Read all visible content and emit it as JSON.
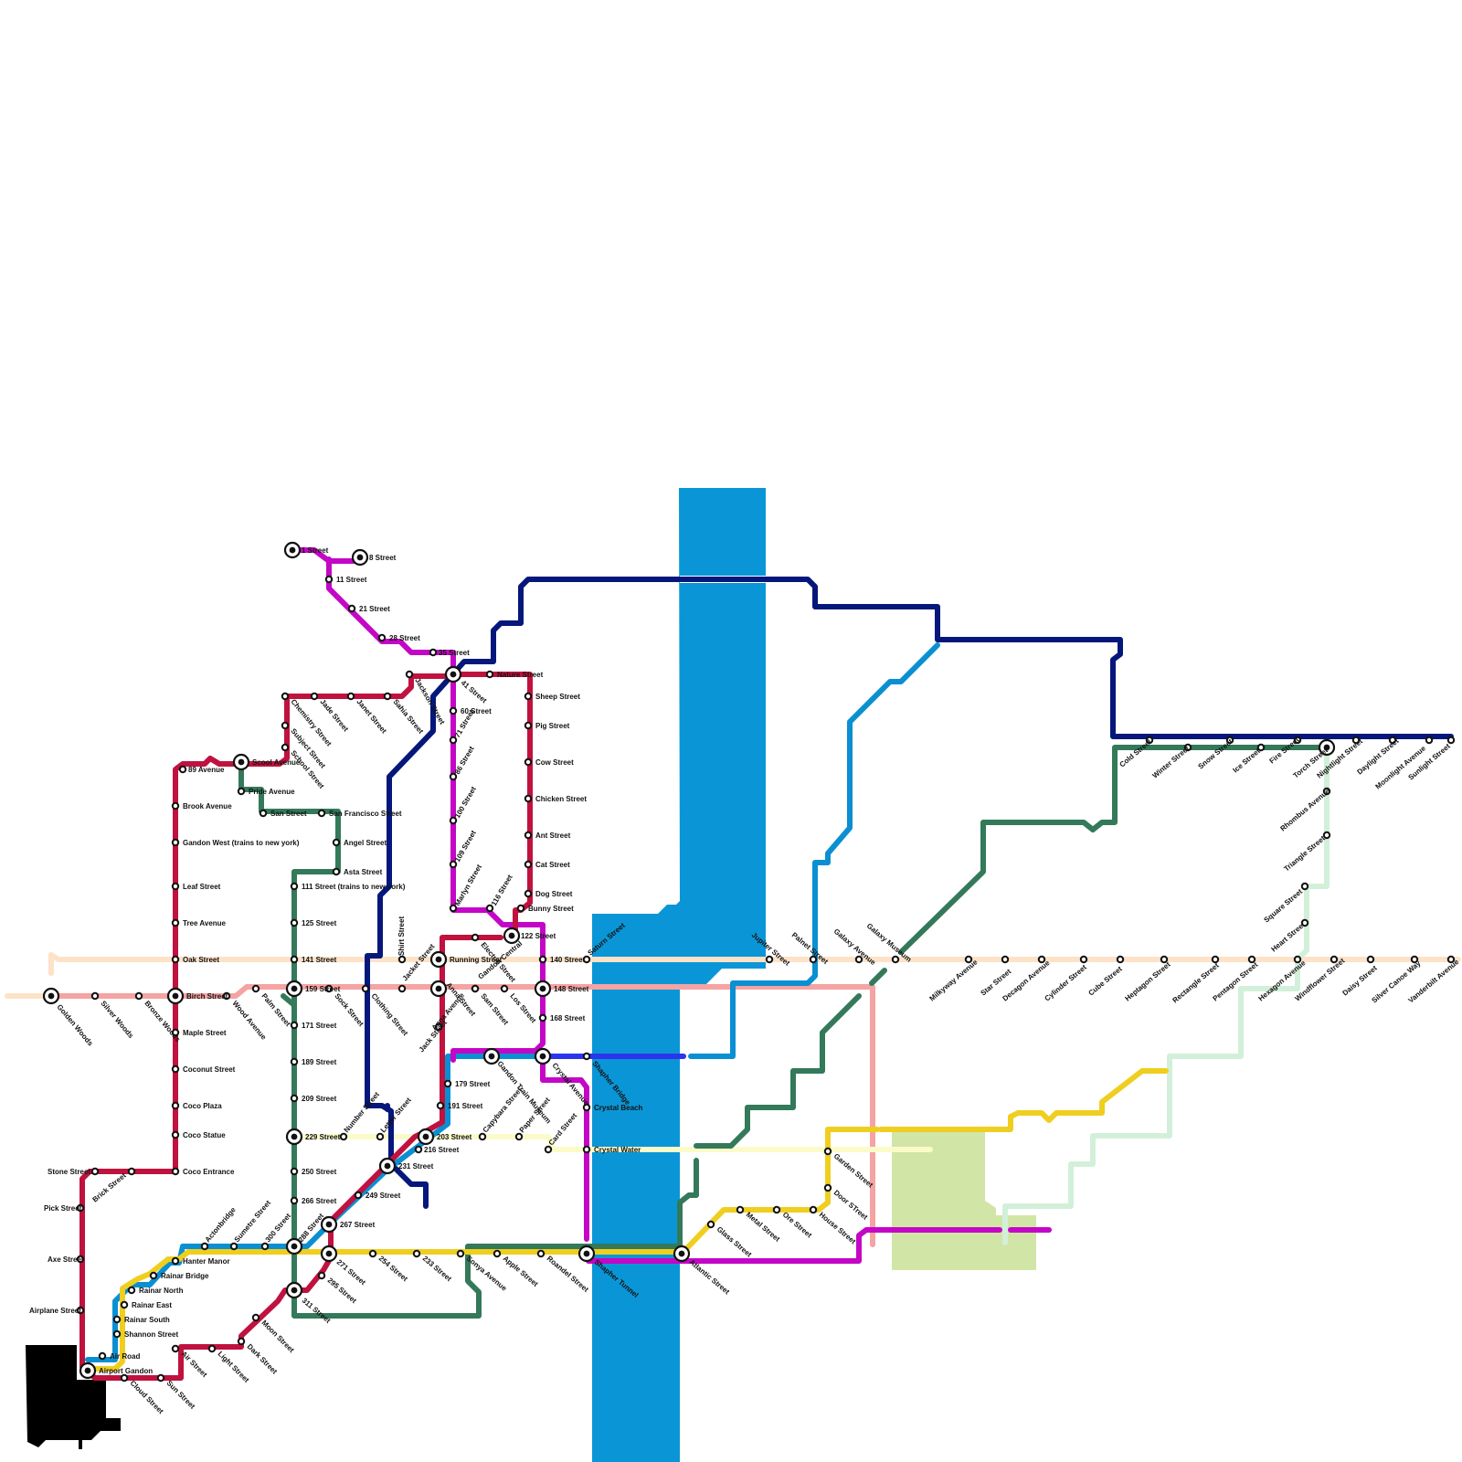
{
  "colors": {
    "water": "#0a96d6",
    "park": "#d1e6a6",
    "line_crimson": "#c0123e",
    "line_magenta": "#c406c6",
    "line_navy": "#05177a",
    "line_green": "#33795a",
    "line_skyblue": "#0a8fd2",
    "line_yellow": "#efce1f",
    "line_pink": "#f5a3a3",
    "line_peach": "#fde2c8",
    "line_cream": "#fbfbc9",
    "line_mint": "#d2f0d9",
    "line_blue": "#2b36ec",
    "airport": "#000000"
  },
  "stations": {
    "s1": "1 Street",
    "s8": "8 Street",
    "s11": "11 Street",
    "s21": "21 Street",
    "s28": "28 Street",
    "s35": "35 Street",
    "s41": "41 Street",
    "s60": "60 Street",
    "s71": "71 Street",
    "s86": "86 Street",
    "s100": "100 Street",
    "s109": "109 Street",
    "marlyn": "Marlyn Street",
    "s116": "116 Street",
    "s122": "122 Street",
    "nature": "Nature Street",
    "sheep": "Sheep Street",
    "pig": "Pig Street",
    "cow": "Cow Street",
    "chicken": "Chicken Street",
    "ant": "Ant Street",
    "cat": "Cat Street",
    "dog": "Dog Street",
    "bunny": "Bunny Street",
    "jackson": "Jackson Street",
    "chemistry": "Chemistry Street",
    "jade": "Jade Street",
    "janet": "Janet Street",
    "sahia": "Sahia Street",
    "subject": "Subject Street",
    "school": "School Street",
    "scool_ave": "Scool Avenue",
    "pride": "Pride Avenue",
    "san": "San Street",
    "sanfran": "San Francisco Street",
    "angel": "Angel Street",
    "asta": "Asta Street",
    "s89": "89 Avenue",
    "brook": "Brook Avenue",
    "gandon_west": "Gandon West (trains to new york)",
    "leaf": "Leaf Street",
    "tree": "Tree Avenue",
    "oak": "Oak Street",
    "birch": "Birch Street",
    "maple": "Maple Street",
    "coconut": "Coconut Street",
    "coco_plaza": "Coco Plaza",
    "coco_statue": "Coco Statue",
    "coco_entrance": "Coco Entrance",
    "s111": "111 Street (trains to new york)",
    "s125": "125 Street",
    "s141": "141 Street",
    "s159": "159 Street",
    "s171": "171 Street",
    "s189": "189 Street",
    "s209": "209 Street",
    "s229": "229 Street",
    "s250": "250 Street",
    "s266": "266 Street",
    "s288": "288 Street",
    "s300": "300 Street",
    "s311": "311 Street",
    "golden_woods": "Golden Woods",
    "silver_woods": "Silver Woods",
    "bronze_woods": "Bronze Woods",
    "wood_ave": "Wood Avenue",
    "palm": "Palm Street",
    "sock": "Sock Street",
    "clothing": "Clothing Street",
    "shirt": "Shirt Street",
    "jacket": "Jacket Street",
    "running": "Running Street",
    "anna_st": "Anna Street",
    "anna_ave": "Anna Avenue",
    "electric": "Electric Street",
    "jack": "Jack Street",
    "gandon_central": "Gandon Central",
    "sam": "Sam Street",
    "los": "Los Street",
    "s140": "140 Street",
    "s148": "148 Street",
    "s168": "168 Street",
    "saturn": "Saturn Street",
    "jupiter": "Jupiter Street",
    "palnet": "Palnet Street",
    "galaxy_ave": "Galaxy Avenue",
    "galaxy_museum": "Galaxy Museum",
    "milkyway": "Milkyway Avenue",
    "star": "Star Street",
    "decagon": "Decagon Avenue",
    "cylinder": "Cylinder Street",
    "cube": "Cube Street",
    "heptagon": "Heptagon Street",
    "rectangle": "Rectangle Street",
    "pentagon": "Pentagon Street",
    "hexagon": "Hexagon Avenue",
    "windflower": "Windflower Street",
    "daisy": "Daisy Street",
    "silver_canoe": "Silver Canoe Way",
    "vanderbilt": "Vanderbilt Avenue",
    "cold": "Cold Street",
    "winter": "Winter Street",
    "snow": "Snow Street",
    "ice": "Ice Street",
    "fire": "Fire Street",
    "torch": "Torch Street",
    "nightlight": "Nightlight Street",
    "daylight": "Daylight Street",
    "moonlight": "Moonlight Avenue",
    "sunlight": "Sunlight Street",
    "rhombus": "Rhombus Avenue",
    "triangle": "Triangle Street",
    "square": "Square Street",
    "heart": "Heart Street",
    "gandon_train_museum": "Gandon Train Museum",
    "crystal_ave": "Crystal Avenue",
    "shapher_bridge": "Shapher Bridge",
    "crystal_beach": "Crystal Beach",
    "crystal_water": "Crystal Water",
    "s179": "179 Street",
    "s191": "191 Street",
    "s203": "203 Street",
    "s216": "216 Street",
    "s231": "231 Street",
    "s249": "249 Street",
    "s267": "267 Street",
    "s271": "271 Street",
    "s254": "254 Street",
    "s233": "233 Street",
    "s295": "295 Street",
    "capybara": "Capybara Street",
    "paper": "Paper Street",
    "card": "Card Street",
    "number": "Number Street",
    "letter": "Letter Street",
    "sonya": "Sonya Avenue",
    "apple": "Apple Street",
    "roandel": "Roandel Street",
    "shapher_tunnel": "Shapher Tunnel",
    "atlantic": "Atlantic Street",
    "glass": "Glass Street",
    "metal": "Metal Street",
    "ore": "Ore Street",
    "house": "House Street",
    "door": "Door STreet",
    "garden": "Garden Street",
    "actonbridge": "Actonbridge",
    "sumetre": "Sumetre Street",
    "hanter": "Hanter Manor",
    "rainar_bridge": "Rainar Bridge",
    "rainar_north": "Rainar North",
    "rainar_east": "Rainar East",
    "rainar_south": "Rainar South",
    "shannon": "Shannon Street",
    "air_road": "Air Road",
    "airport_gandon": "Airport Gandon",
    "cloud": "Cloud Street",
    "sun": "Sun Street",
    "air": "Air Street",
    "light": "Light Street",
    "dark": "Dark Street",
    "moon": "Moon Street",
    "stone": "Stone Street",
    "brick": "Brick Street",
    "pick": "Pick Street",
    "axe": "Axe Street",
    "airplane": "Airplane Street"
  }
}
